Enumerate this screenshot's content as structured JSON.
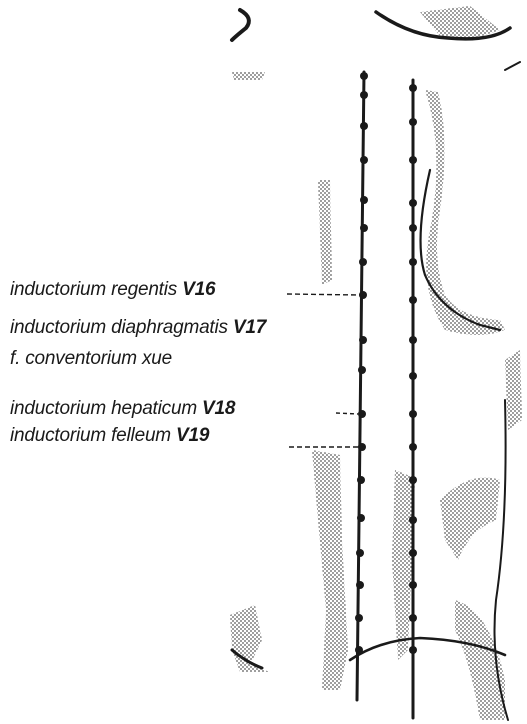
{
  "labels": {
    "v16": {
      "name": "inductorium regentis",
      "code": "V16"
    },
    "v17": {
      "name": "inductorium diaphragmatis",
      "code": "V17"
    },
    "v17_alt": {
      "name": "f. conventorium xue"
    },
    "v18": {
      "name": "inductorium hepaticum",
      "code": "V18"
    },
    "v19": {
      "name": "inductorium felleum",
      "code": "V19"
    }
  },
  "colors": {
    "ink": "#1a1a1a",
    "shading": "#6d6d6d",
    "paper": "#ffffff"
  }
}
